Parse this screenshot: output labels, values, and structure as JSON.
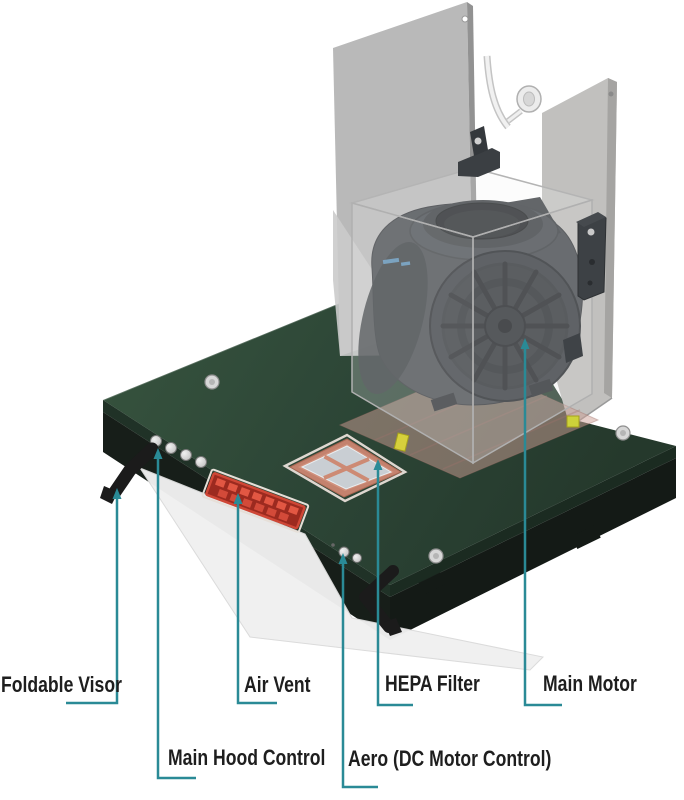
{
  "callouts": [
    {
      "label": "Foldable Visor"
    },
    {
      "label": "Main Hood Control"
    },
    {
      "label": "Air Vent"
    },
    {
      "label": "Aero (DC Motor Control)"
    },
    {
      "label": "HEPA Filter"
    },
    {
      "label": "Main Motor"
    }
  ],
  "colors": {
    "leader_line": "#2a8a96",
    "label_text": "#1e1e1e",
    "hood_panel_green": "#2c4536",
    "hood_body_black": "#161d18",
    "filter_frame_copper": "#c4826e",
    "vent_red": "#d14a38",
    "motor_gray": "#45494e",
    "wall_gray": "#bcbcbc",
    "background": "#ffffff"
  }
}
